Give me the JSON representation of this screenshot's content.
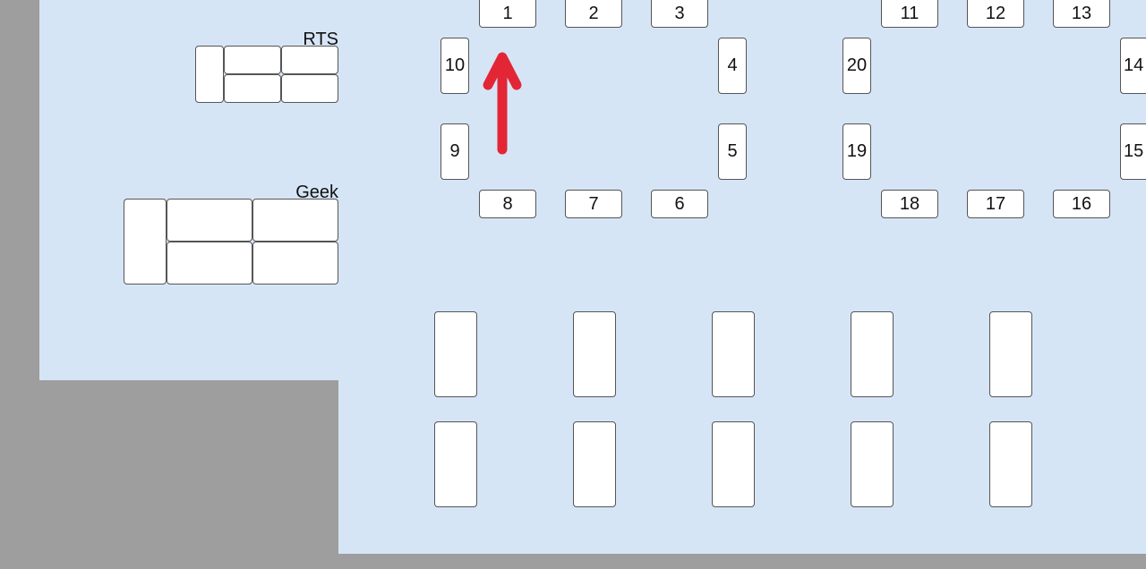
{
  "zones": {
    "rts_label": "RTS",
    "geek_label": "Geek"
  },
  "tables": {
    "t1": "1",
    "t2": "2",
    "t3": "3",
    "t4": "4",
    "t5": "5",
    "t6": "6",
    "t7": "7",
    "t8": "8",
    "t9": "9",
    "t10": "10",
    "t11": "11",
    "t12": "12",
    "t13": "13",
    "t14": "14",
    "t15": "15",
    "t16": "16",
    "t17": "17",
    "t18": "18",
    "t19": "19",
    "t20": "20"
  },
  "colors": {
    "floor": "#d6e5f6",
    "wall": "#9e9e9e",
    "arrow": "#e32636"
  },
  "icons": {
    "direction_marker": "arrow-up-icon"
  }
}
